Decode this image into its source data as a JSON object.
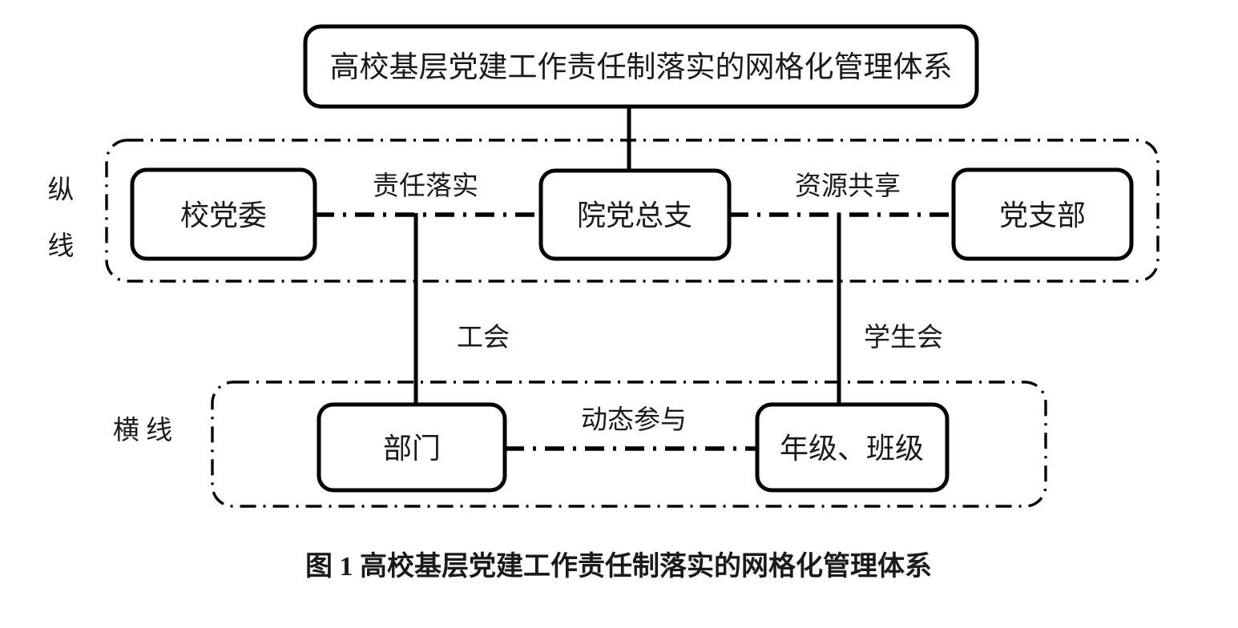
{
  "figure": {
    "title_box": {
      "label": "高校基层党建工作责任制落实的网格化管理体系"
    },
    "bands": [
      {
        "id": "vertical",
        "label": "纵",
        "label2": "线"
      },
      {
        "id": "horizontal",
        "label": "横  线"
      }
    ],
    "nodes": [
      {
        "id": "school-party-committee",
        "label": "校党委"
      },
      {
        "id": "college-party-branch",
        "label": "院党总支"
      },
      {
        "id": "party-branch",
        "label": "党支部"
      },
      {
        "id": "department",
        "label": "部门"
      },
      {
        "id": "grade-class",
        "label": "年级、班级"
      }
    ],
    "edge_labels": [
      {
        "id": "responsibility",
        "label": "责任落实"
      },
      {
        "id": "resource-sharing",
        "label": "资源共享"
      },
      {
        "id": "labor-union",
        "label": "工会"
      },
      {
        "id": "student-union",
        "label": "学生会"
      },
      {
        "id": "dynamic-participation",
        "label": "动态参与"
      }
    ],
    "caption": "图 1  高校基层党建工作责任制落实的网格化管理体系",
    "colors": {
      "stroke": "#000000",
      "background": "#ffffff",
      "text": "#1a1a1a"
    }
  }
}
